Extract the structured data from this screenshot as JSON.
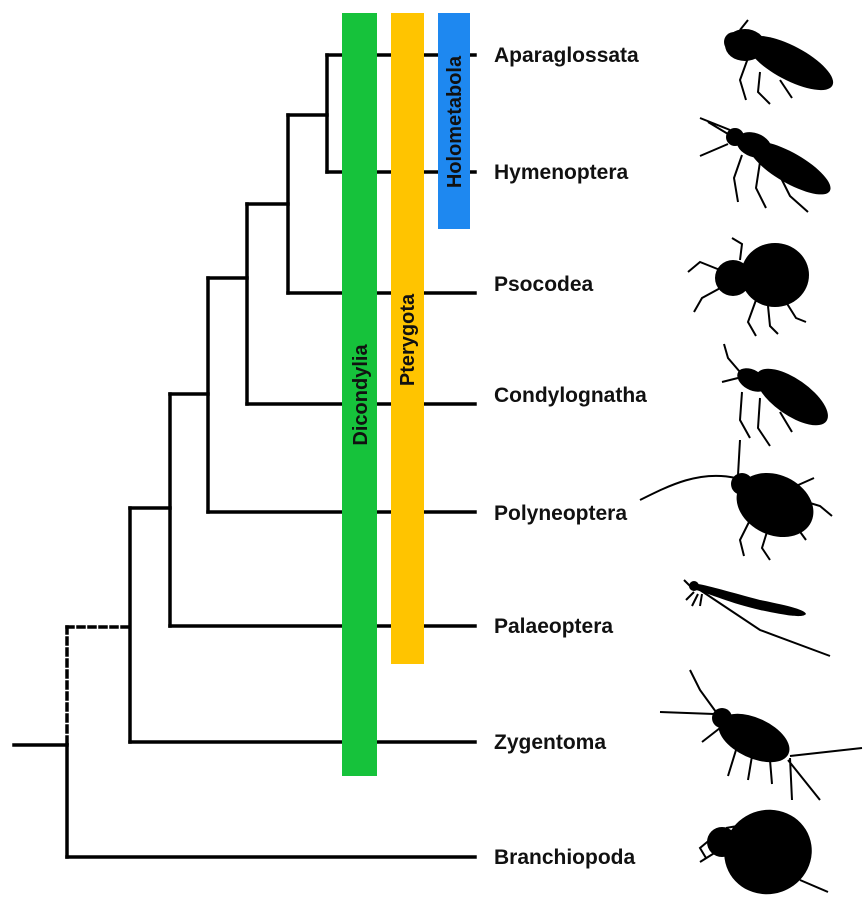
{
  "taxa": [
    {
      "name": "Aparaglossata",
      "icon": "beetle-icon"
    },
    {
      "name": "Hymenoptera",
      "icon": "sawfly-icon"
    },
    {
      "name": "Psocodea",
      "icon": "louse-icon"
    },
    {
      "name": "Condylognatha",
      "icon": "true-bug-icon"
    },
    {
      "name": "Polyneoptera",
      "icon": "cockroach-icon"
    },
    {
      "name": "Palaeoptera",
      "icon": "damselfly-icon"
    },
    {
      "name": "Zygentoma",
      "icon": "silverfish-icon"
    },
    {
      "name": "Branchiopoda",
      "icon": "water-flea-icon"
    }
  ],
  "clades": {
    "dicondylia": {
      "label": "Dicondylia",
      "color": "#16c23b"
    },
    "pterygota": {
      "label": "Pterygota",
      "color": "#ffc400"
    },
    "holometabola": {
      "label": "Holometabola",
      "color": "#1e88f0"
    }
  }
}
